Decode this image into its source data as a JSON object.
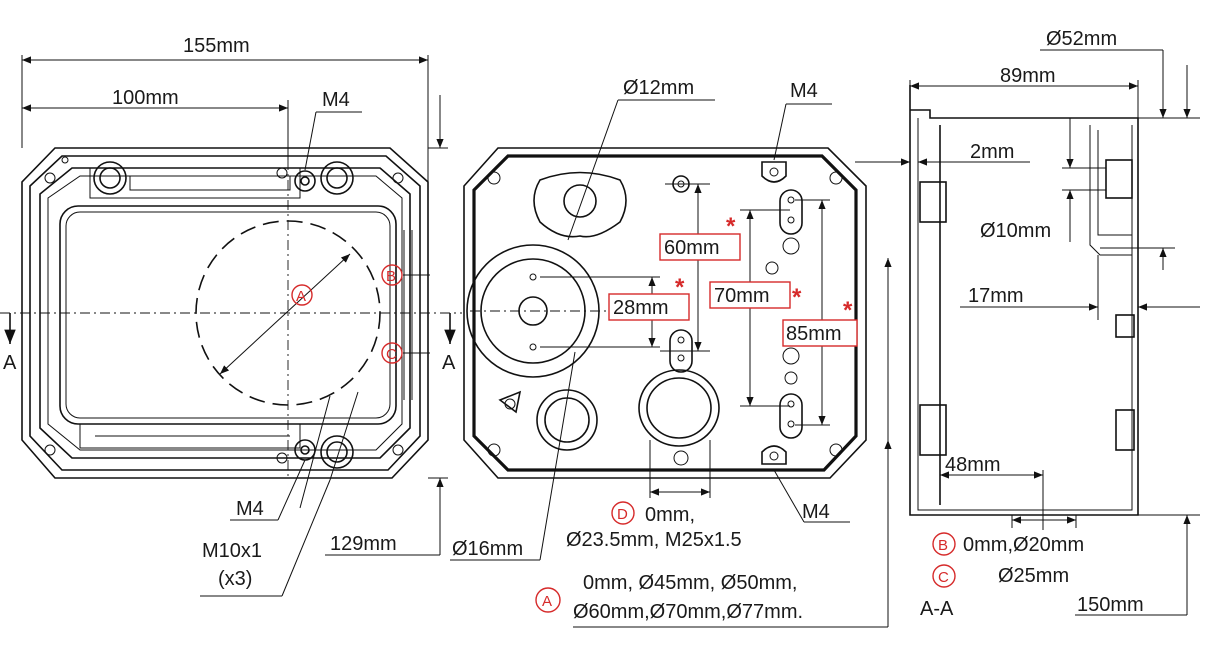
{
  "front_view": {
    "dim_155": "155mm",
    "dim_100": "100mm",
    "m4_top": "M4",
    "m4_bottom": "M4",
    "m10": "M10x1",
    "m10_count": "(x3)",
    "dim_129": "129mm",
    "circle_a": "A",
    "circle_b": "B",
    "circle_c": "C",
    "section_left": "A",
    "section_right": "A"
  },
  "back_view": {
    "dim_12": "Ø12mm",
    "m4_top": "M4",
    "m4_bottom": "M4",
    "dim_60": "60mm",
    "dim_28": "28mm",
    "dim_70": "70mm",
    "dim_85": "85mm",
    "asterisk": "*",
    "dim_16": "Ø16mm",
    "circle_d": "D",
    "d_line1": "0mm,",
    "d_line2": "Ø23.5mm, M25x1.5",
    "circle_a": "A",
    "a_line1": "0mm, Ø45mm, Ø50mm,",
    "a_line2": "Ø60mm,Ø70mm,Ø77mm."
  },
  "section_view": {
    "dim_52": "Ø52mm",
    "dim_89": "89mm",
    "dim_2": "2mm",
    "dim_10": "Ø10mm",
    "dim_17": "17mm",
    "dim_48": "48mm",
    "dim_150": "150mm",
    "circle_b": "B",
    "b_text": "0mm,Ø20mm",
    "circle_c": "C",
    "c_text": "Ø25mm",
    "section_title": "A-A"
  },
  "colors": {
    "line": "#111111",
    "accent": "#d62a2a"
  }
}
